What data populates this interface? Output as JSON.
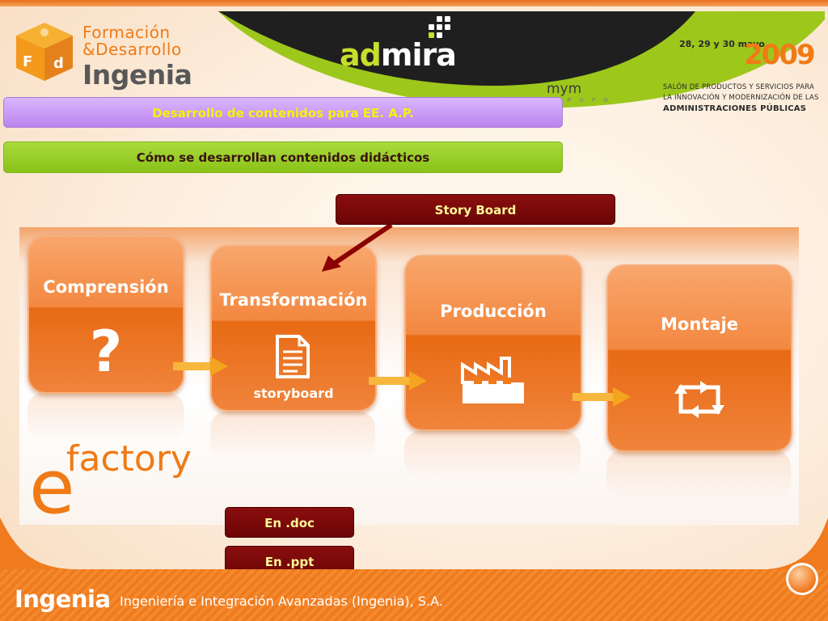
{
  "header": {
    "logo_title_line1": "Formación",
    "logo_title_line2": "&Desarrollo",
    "logo_title_line3": "Ingenia",
    "logo_cube_letters": "F d",
    "admira_part1": "ad",
    "admira_part2": "mira",
    "mym": "mym",
    "grupo": "G R U P O",
    "dates": "28, 29 y 30 mayo",
    "year": "2009",
    "salon_line1": "SALÓN DE PRODUCTOS Y SERVICIOS PARA",
    "salon_line2": "LA INNOVACIÓN Y MODERNIZACIÓN DE LAS",
    "salon_line3": "ADMINISTRACIONES PÚBLICAS"
  },
  "bars": {
    "title": "Desarrollo de contenidos para EE. A.P.",
    "subtitle": "Cómo se desarrollan contenidos didácticos"
  },
  "buttons": {
    "story_board": "Story Board",
    "doc": "En .doc",
    "ppt": "En .ppt"
  },
  "process": {
    "steps": [
      {
        "label": "Comprensión",
        "icon": "question-mark-icon"
      },
      {
        "label": "Transformación",
        "icon": "document-icon",
        "sub": "storyboard"
      },
      {
        "label": "Producción",
        "icon": "factory-icon"
      },
      {
        "label": "Montaje",
        "icon": "assembly-cycle-icon"
      }
    ],
    "brand_e": "e",
    "brand": "factory"
  },
  "footer": {
    "logo": "Ingenia",
    "text": "Ingeniería e Integración Avanzadas (Ingenia), S.A."
  },
  "colors": {
    "orange": "#f07a16",
    "purple_bar": "#bb84ee",
    "green_bar": "#8ac218",
    "red_button": "#7a0a0a",
    "yellow_text": "#f7f200"
  }
}
